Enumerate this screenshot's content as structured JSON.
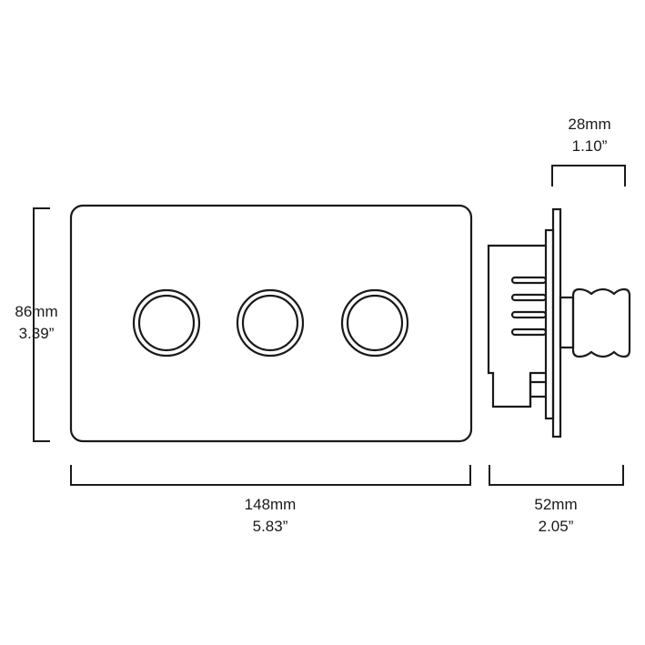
{
  "dimensions": {
    "height": {
      "metric": "86mm",
      "imperial": "3.39”"
    },
    "width": {
      "metric": "148mm",
      "imperial": "5.83”"
    },
    "depth": {
      "metric": "52mm",
      "imperial": "2.05”"
    },
    "knob_depth": {
      "metric": "28mm",
      "imperial": "1.10”"
    }
  },
  "colors": {
    "line": "#1a1a1a",
    "background": "#ffffff"
  }
}
